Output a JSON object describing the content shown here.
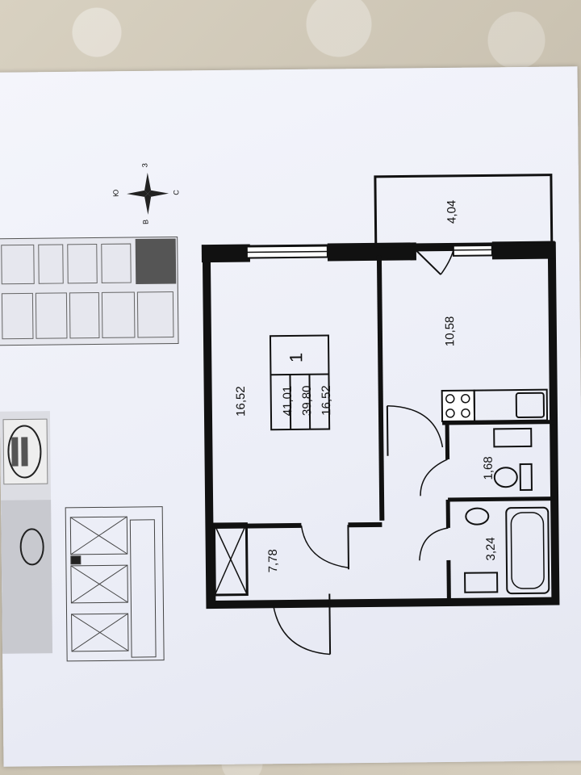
{
  "plan": {
    "apartment_number": "1",
    "area_values": [
      "16,52",
      "39,80",
      "41,01"
    ],
    "main_room_area": "16,52",
    "balcony_area": "4,04",
    "kitchen_area": "10,58",
    "toilet_area": "1,68",
    "bathroom_area": "3,24",
    "hall_area": "7,78"
  },
  "compass": {
    "north_label": "С",
    "south_label": "Ю",
    "west_label": "З",
    "east_label": "В"
  },
  "colors": {
    "wall": "#111111",
    "paper": "#eef0f8",
    "tablecloth": "#cfc8b9"
  }
}
